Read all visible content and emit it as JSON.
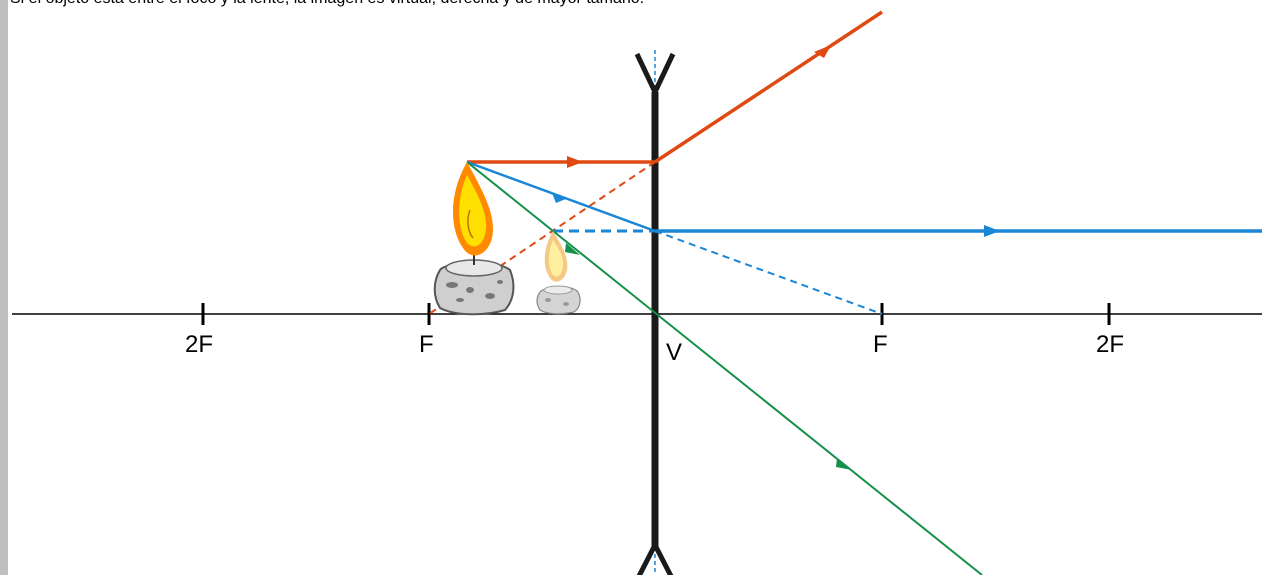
{
  "header": {
    "text": "Si el objeto está entre el foco y la lente, la imagen es virtual, derecha y de mayor tamaño."
  },
  "axis_labels": {
    "left_2f": "2F",
    "left_f": "F",
    "vertex": "V",
    "right_f": "F",
    "right_2f": "2F"
  },
  "colors": {
    "ray_red": "#e04a12",
    "ray_blue": "#1a86d6",
    "ray_green": "#14904a",
    "lens": "#1a1a1a",
    "axis": "#000000",
    "flame_outer": "#ff8a00",
    "flame_inner": "#ffe000",
    "candle": "#cfcfcf"
  }
}
